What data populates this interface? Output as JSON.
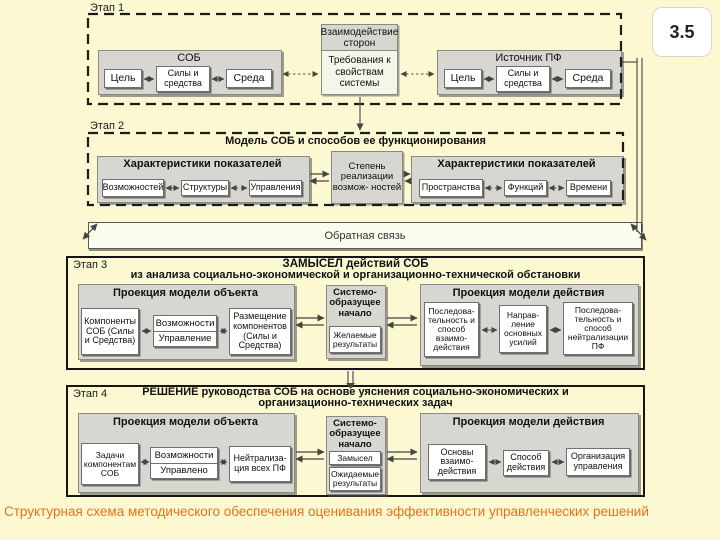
{
  "slide_number": "3.5",
  "caption": "Структурная схема методического обеспечения оценивания эффективности управленческих решений",
  "feedback": {
    "label": "Обратная связь"
  },
  "stage1": {
    "label": "Этап 1",
    "sob": {
      "title": "СОБ",
      "items": [
        "Цель",
        "Силы и средства",
        "Среда"
      ]
    },
    "interaction": {
      "header": "Взаимодействие сторон",
      "body": "Требования к свойствам системы"
    },
    "source_pf": {
      "title": "Источник ПФ",
      "items": [
        "Цель",
        "Силы и средства",
        "Среда"
      ]
    }
  },
  "stage2": {
    "label": "Этап 2",
    "title": "Модель СОБ и способов ее функционирования",
    "left": {
      "title": "Характеристики показателей",
      "items": [
        "Возможностей",
        "Структуры",
        "Управления"
      ]
    },
    "middle": "Степень реализации возмож- ностей",
    "right": {
      "title": "Характеристики показателей",
      "items": [
        "Пространства",
        "Функций",
        "Времени"
      ]
    }
  },
  "stage3": {
    "label": "Этап 3",
    "title1": "ЗАМЫСЕЛ действий СОБ",
    "title2": "из анализа социально-экономической и организационно-технической обстановки",
    "object_model": {
      "title": "Проекция модели объекта",
      "components": "Компоненты СОБ (Силы и Средства)",
      "stack": [
        "Возможности",
        "Управление"
      ],
      "placement": "Размещение компонентов (Силы и Средства)"
    },
    "core": {
      "header": "Системо- образущее начало",
      "result": "Желаемые результаты"
    },
    "action_model": {
      "title": "Проекция модели действия",
      "items": [
        "Последова- тельность и способ взаимо- действия",
        "Направ- ление основных усилий",
        "Последова- тельность и способ нейтрализации ПФ"
      ]
    }
  },
  "stage4": {
    "label": "Этап 4",
    "title1": "РЕШЕНИЕ руководства СОБ на основе уяснения социально-экономических и",
    "title2": "организационно-технических задач",
    "object_model": {
      "title": "Проекция модели объекта",
      "tasks": "Задачи компонентам СОБ",
      "stack": [
        "Возможности",
        "Управлено"
      ],
      "neutralization": "Нейтрализа- ция всех ПФ"
    },
    "core": {
      "header": "Системо- образущее начало",
      "idea": "Замысел",
      "result": "Ожидаемые результаты"
    },
    "action_model": {
      "title": "Проекция модели действия",
      "items": [
        "Основы взаимо- действия",
        "Способ действия",
        "Организация управления"
      ]
    }
  }
}
